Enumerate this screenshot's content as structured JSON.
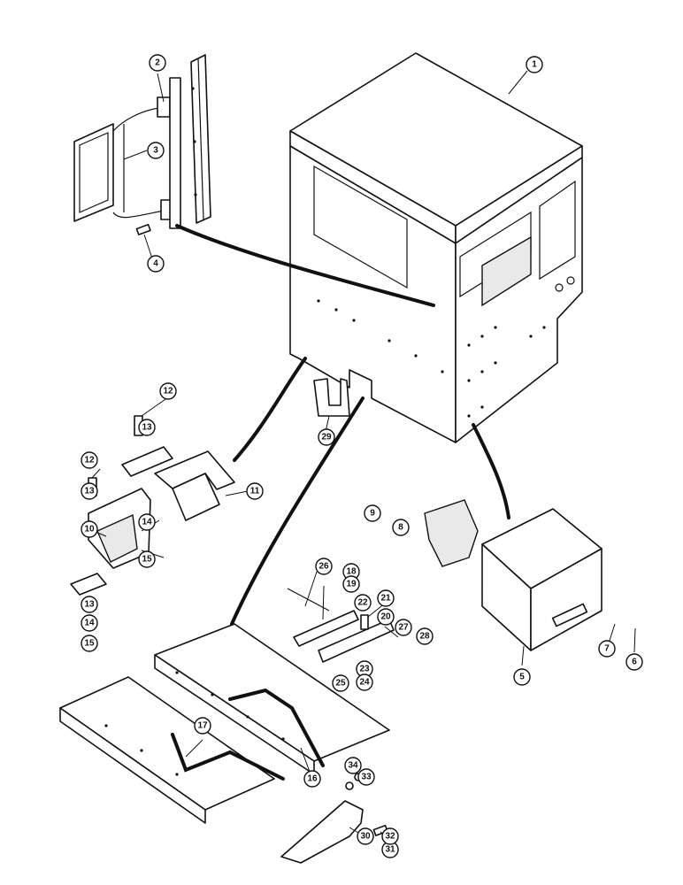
{
  "callouts": [
    "1",
    "2",
    "3",
    "4",
    "5",
    "6",
    "7",
    "8",
    "9",
    "10",
    "11",
    "12",
    "12",
    "13",
    "13",
    "13",
    "14",
    "14",
    "15",
    "15",
    "16",
    "17",
    "18",
    "19",
    "20",
    "21",
    "22",
    "23",
    "24",
    "25",
    "26",
    "27",
    "28",
    "29",
    "30",
    "31",
    "32",
    "33",
    "34"
  ]
}
